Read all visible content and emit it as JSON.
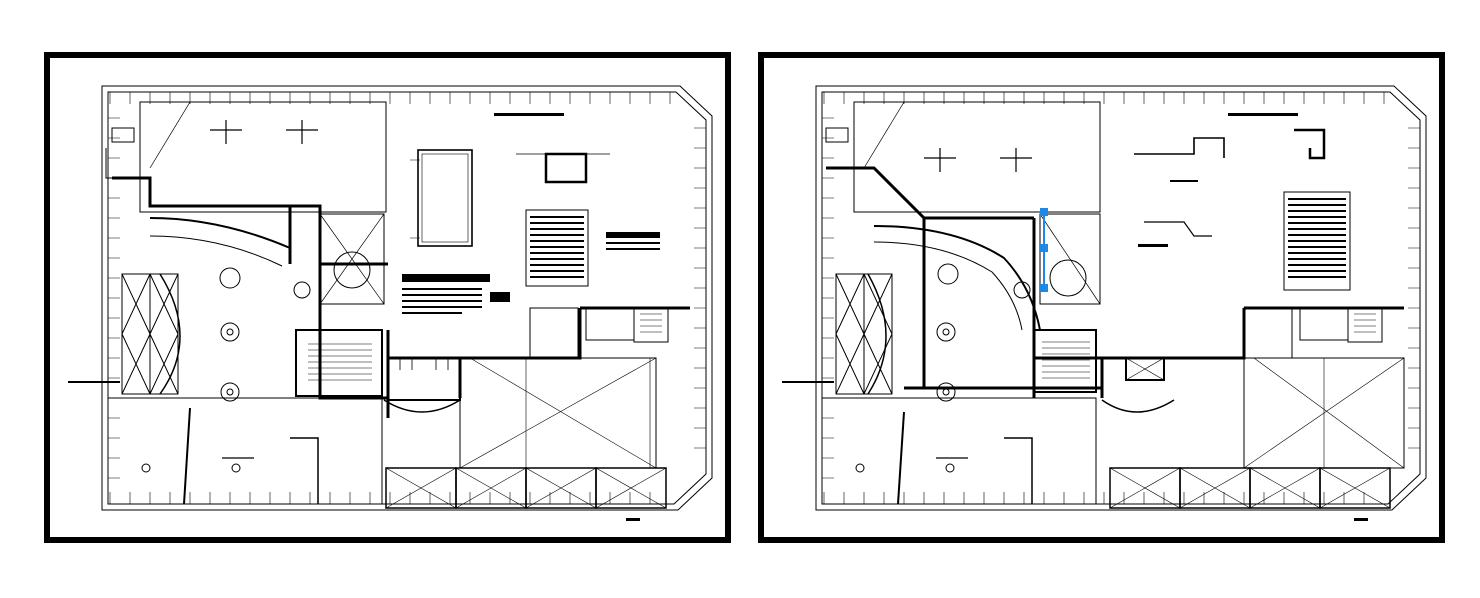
{
  "canvas": {
    "background": "#ffffff",
    "frame_color": "#000000"
  },
  "sheets": [
    {
      "id": "sheet-left",
      "name": "floor-plan-left",
      "highlight": false
    },
    {
      "id": "sheet-right",
      "name": "floor-plan-right",
      "highlight": true,
      "highlight_color": "#1e88e5"
    }
  ],
  "drawing": {
    "line_color": "#000000",
    "hatch_color": "#333333"
  }
}
